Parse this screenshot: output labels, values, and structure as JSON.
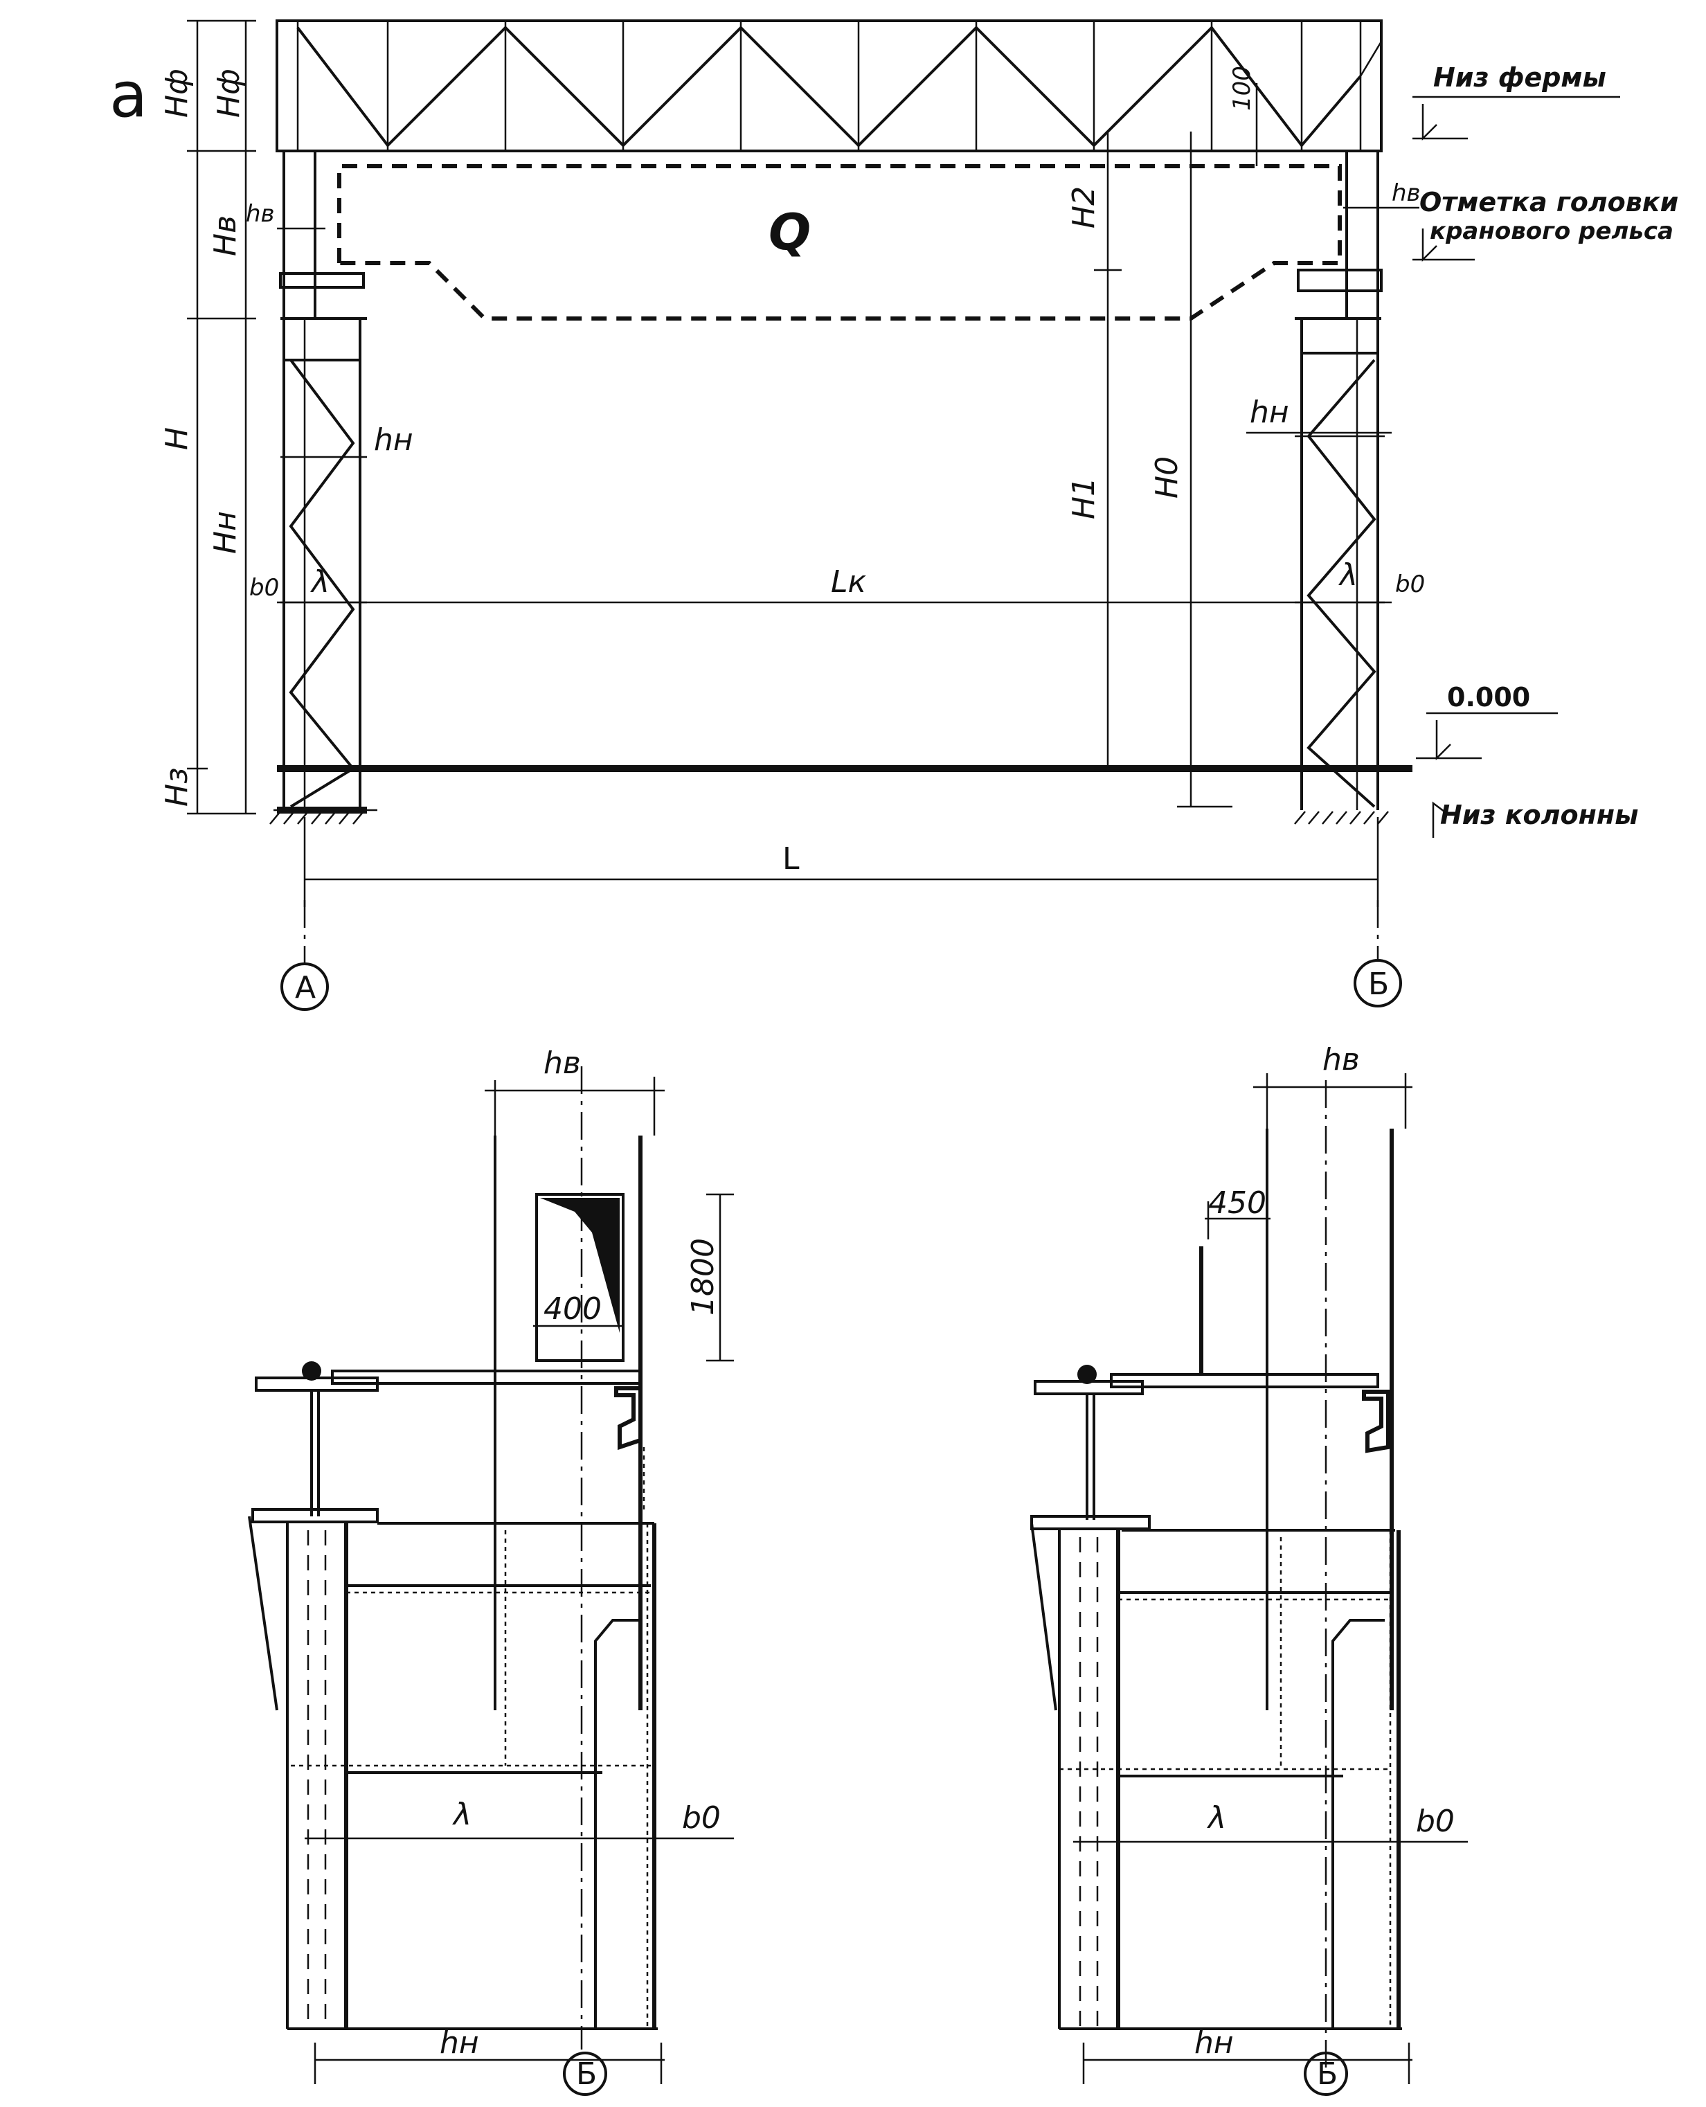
{
  "figure_label": "a",
  "frame": {
    "dims": {
      "h_truss_1": "Hф",
      "h_truss_2": "Hф",
      "h_upper": "Hв",
      "h_total": "H",
      "h_lower": "Hн",
      "h_buried": "Hз",
      "h_upper_section": "hв",
      "h_upper_section_right": "hв",
      "h_lower_section": "hн",
      "h_lower_section_right": "hн",
      "offset_left": "b0",
      "offset_right": "b0",
      "lambda_left": "λ",
      "lambda_right": "λ",
      "h2": "H2",
      "h1": "H1",
      "h0": "H0",
      "crane_span": "Lк",
      "span": "L",
      "clearance": "100"
    },
    "load": "Q",
    "notes": {
      "truss_bottom": "Низ фермы",
      "rail_head_1": "Отметка головки",
      "rail_head_2": "кранового рельса",
      "zero_level": "0.000",
      "column_bottom": "Низ колонны"
    },
    "axes": {
      "left": "А",
      "right": "Б"
    }
  },
  "detail_left": {
    "dims": {
      "upper_width": "hв",
      "opening_height": "1800",
      "opening_width": "400",
      "lambda": "λ",
      "offset": "b0",
      "lower_width": "hн"
    },
    "axis": "Б"
  },
  "detail_right": {
    "dims": {
      "upper_width": "hв",
      "stiffener_offset": "450",
      "lambda": "λ",
      "offset": "b0",
      "lower_width": "hн"
    },
    "axis": "Б"
  }
}
